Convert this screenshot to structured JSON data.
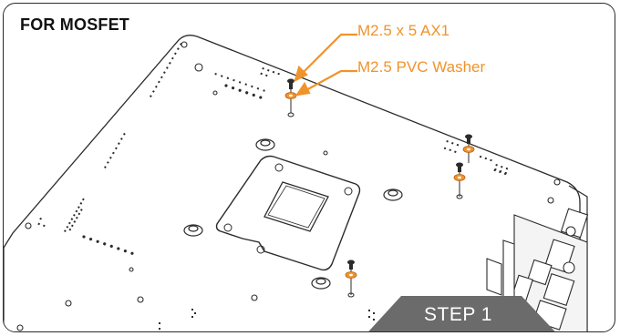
{
  "title": "FOR MOSFET",
  "callouts": {
    "screw": "M2.5 x 5 AX1",
    "washer": "M2.5 PVC Washer"
  },
  "step": {
    "label": "STEP 1"
  },
  "colors": {
    "accent": "#f0932b",
    "line": "#2b2b2b",
    "banner": "#6b6b6b",
    "background": "#ffffff"
  }
}
